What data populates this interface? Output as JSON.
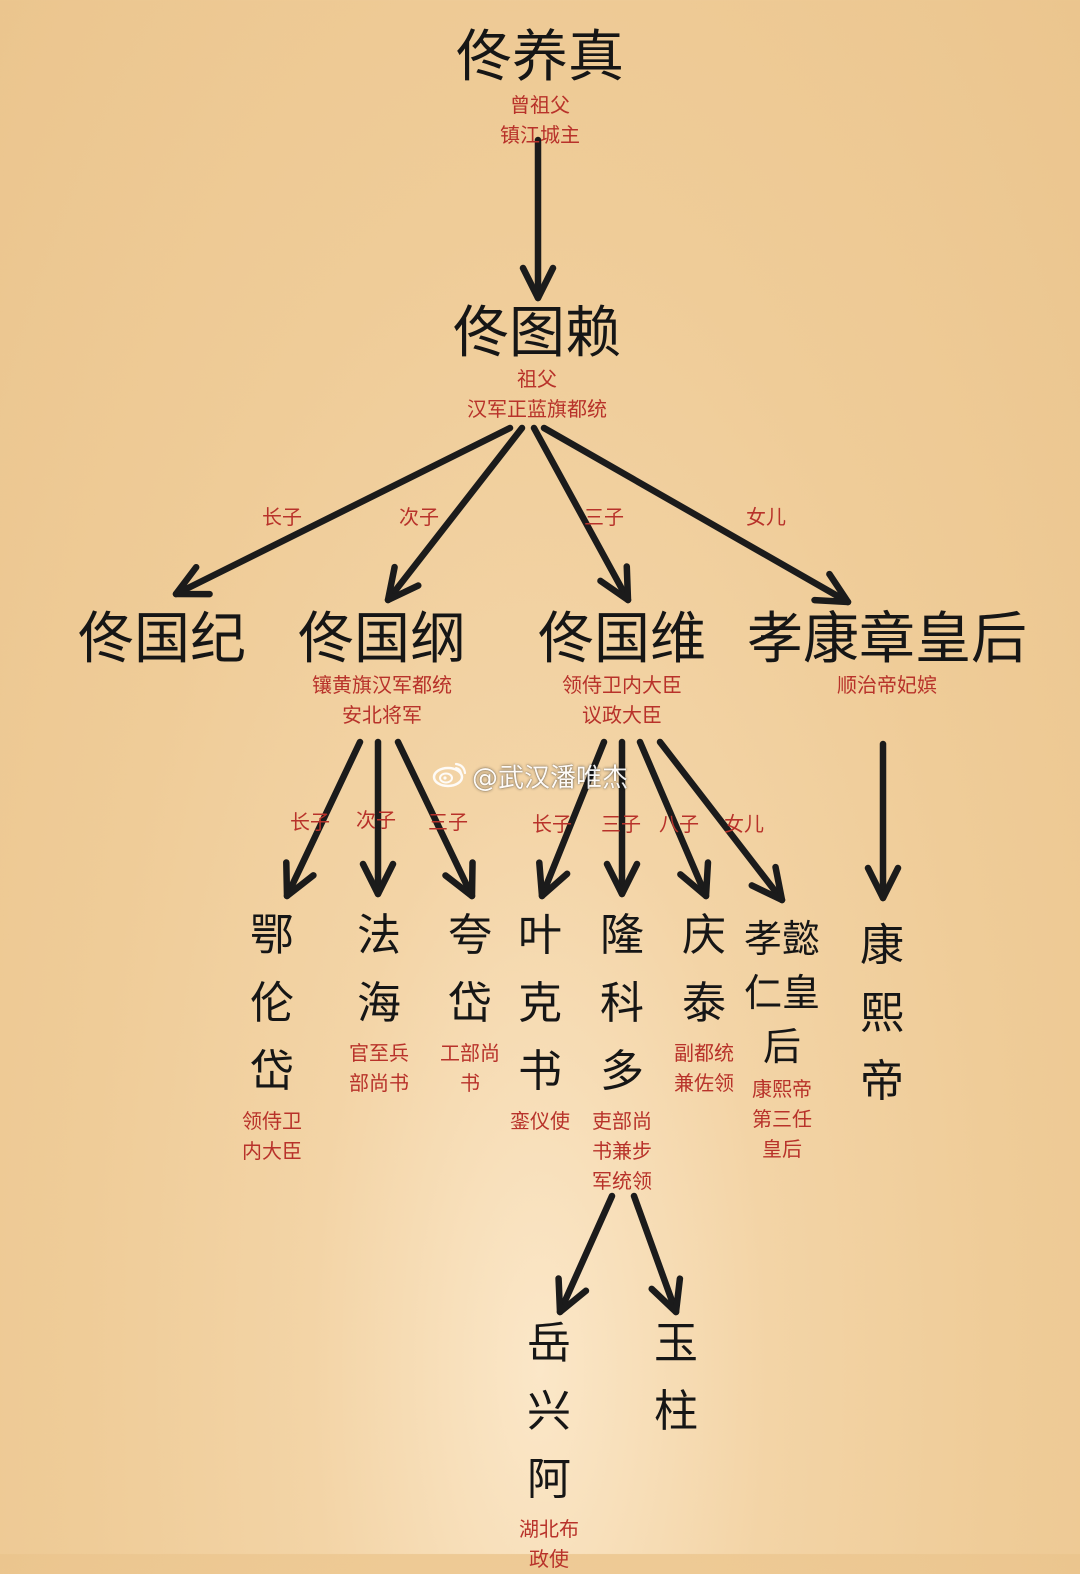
{
  "watermark": "@武汉潘唯杰",
  "nodes": {
    "yangzhen": {
      "name": "佟养真",
      "t1": "曾祖父",
      "t2": "镇江城主"
    },
    "tulai": {
      "name": "佟图赖",
      "t1": "祖父",
      "t2": "汉军正蓝旗都统"
    },
    "guoji": {
      "name": "佟国纪"
    },
    "guogang": {
      "name": "佟国纲",
      "t1": "镶黄旗汉军都统",
      "t2": "安北将军"
    },
    "guowei": {
      "name": "佟国维",
      "t1": "领侍卫内大臣",
      "t2": "议政大臣"
    },
    "xiaokang": {
      "name": "孝康章皇后",
      "t1": "顺治帝妃嫔"
    },
    "elundai": {
      "name": "鄂伦岱",
      "t1": "领侍卫内大臣"
    },
    "fahai": {
      "name": "法海",
      "t1": "官至兵部尚书"
    },
    "kuadai": {
      "name": "夸岱",
      "t1": "工部尚书"
    },
    "yekeshu": {
      "name": "叶克书",
      "t1": "銮仪使"
    },
    "longkeduo": {
      "name": "隆科多",
      "t1": "吏部尚书兼步军统领"
    },
    "qingtai": {
      "name": "庆泰",
      "t1": "副都统兼佐领"
    },
    "xiaoyi": {
      "name": "孝懿仁皇后",
      "t1": "康熙帝第三任皇后"
    },
    "kangxi": {
      "name": "康熙帝"
    },
    "yuexinga": {
      "name": "岳兴阿",
      "t1": "湖北布政使"
    },
    "yuzhu": {
      "name": "玉柱"
    }
  },
  "relations": {
    "tulai_1": "长子",
    "tulai_2": "次子",
    "tulai_3": "三子",
    "tulai_4": "女儿",
    "guogang_1": "长子",
    "guogang_2": "次子",
    "guogang_3": "三子",
    "guowei_1": "长子",
    "guowei_3": "三子",
    "guowei_8": "八子",
    "guowei_d": "女儿"
  }
}
